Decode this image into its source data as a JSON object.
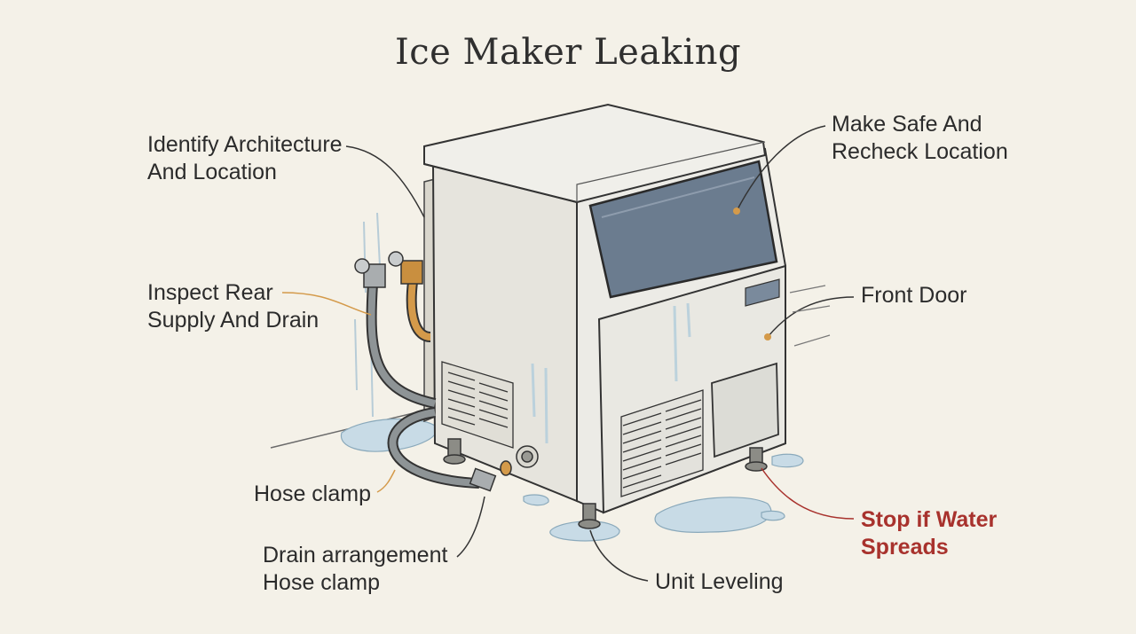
{
  "title": "Ice Maker Leaking",
  "labels": {
    "identify": [
      "Identify Architecture",
      "And Location"
    ],
    "make_safe": [
      "Make Safe And",
      "Recheck Location"
    ],
    "inspect": [
      "Inspect Rear",
      "Supply And Drain"
    ],
    "front_door": [
      "Front Door"
    ],
    "hose_clamp": [
      "Hose clamp"
    ],
    "drain": [
      "Drain arrangement",
      "Hose clamp"
    ],
    "unit_leveling": [
      "Unit Leveling"
    ],
    "stop": [
      "Stop if Water",
      "Spreads"
    ]
  },
  "colors": {
    "background": "#f4f1e8",
    "ink": "#2b2b2b",
    "accent_leader": "#d49a4a",
    "warning_text": "#a8322d",
    "window": "#6b7c8f",
    "water": "#c8dbe6"
  }
}
